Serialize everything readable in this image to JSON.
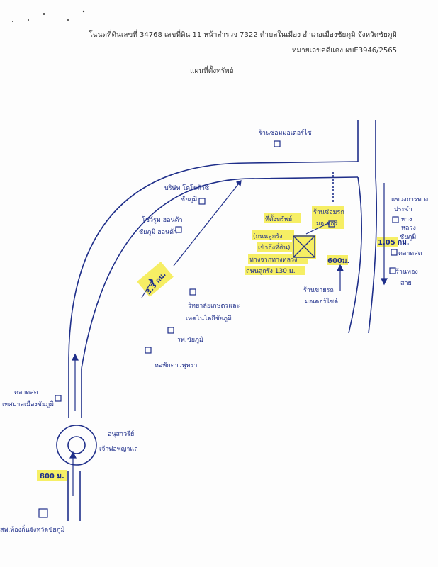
{
  "header": {
    "line1": "โฉนดที่ดินเลขที่ 34768 เลขที่ดิน 11 หน้าสำรวจ 7322 ตำบลในเมือง อำเภอเมืองชัยภูมิ จังหวัดชัยภูมิ",
    "line2": "หมายเลขคดีแดง ผบE3946/2565",
    "title": "แผนที่ตั้งทรัพย์"
  },
  "landmarks": {
    "shop_top": "ร้านซ่อมมอเตอร์ไซ",
    "company_1": "บริษัท โตโยต้าซ์",
    "company_2": "ชัยภูมิ",
    "honda_1": "โชว์รูม ฮอนด้า",
    "honda_2": "ชัยภูมิ ฮอนด้า",
    "college_1": "วิทยาลัยเกษตรและ",
    "college_2": "เทคโนโลยีชัยภูมิ",
    "hospital": "รพ.ชัยภูมิ",
    "dorm": "หอพักดาวพุทรา",
    "school_1": "ตลาดสด",
    "school_2": "เทศบาลเมืองชัยภูมิ",
    "monument_1": "อนุสาวรีย์",
    "monument_2": "เจ้าพ่อพญาแล",
    "start_point": "สพ.ท้องถิ่นจังหวัดชัยภูมิ",
    "property_1": "ที่ตั้งทรัพย์",
    "property_2": "(ถนนลูกรัง",
    "property_3": "เข้าถึงที่ดิน)",
    "note_1": "ห่างจากทางหลวง",
    "note_2": "ถนนลูกรัง 130 ม.",
    "clinic_1": "ร้านซ่อมรถ",
    "clinic_2": "มอเตอร์",
    "shop_bottom_1": "ร้านขายรถ",
    "shop_bottom_2": "มอเตอร์ไซค์",
    "right_1": "แขวงการทาง",
    "right_2": "ประจำ",
    "right_3": "ทาง",
    "right_4": "หลวง",
    "right_5": "ชัยภูมิ",
    "right_6": "ตลาดสด",
    "right_7": "ร้านทอง",
    "right_8": "สาย"
  },
  "distances": {
    "road_main": "3.3 กม.",
    "road_right": "1.05 กม.",
    "road_short": "600ม.",
    "road_start": "800 ม."
  },
  "colors": {
    "ink": "#1f2f8a",
    "pencil": "#5a6aa8",
    "highlight": "#f5ec4a"
  }
}
